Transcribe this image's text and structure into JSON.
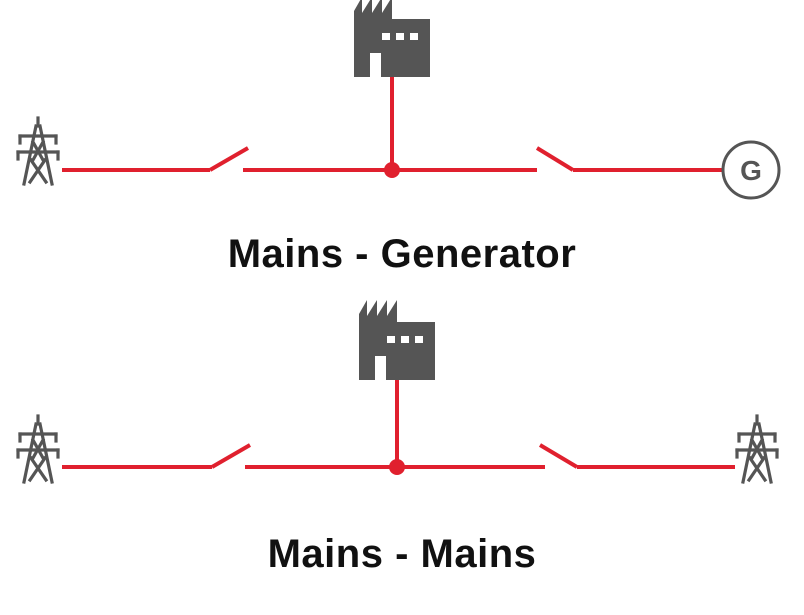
{
  "colors": {
    "line": "#e0202e",
    "icon": "#555555",
    "text": "#111111",
    "background": "#ffffff"
  },
  "diagrams": [
    {
      "caption": "Mains - Generator",
      "left_source": "pylon-icon",
      "center_load": "factory-icon",
      "right_source": "generator-icon",
      "right_source_label": "G",
      "left_switch": "open",
      "right_switch": "open"
    },
    {
      "caption": "Mains - Mains",
      "left_source": "pylon-icon",
      "center_load": "factory-icon",
      "right_source": "pylon-icon",
      "left_switch": "open",
      "right_switch": "open"
    }
  ]
}
